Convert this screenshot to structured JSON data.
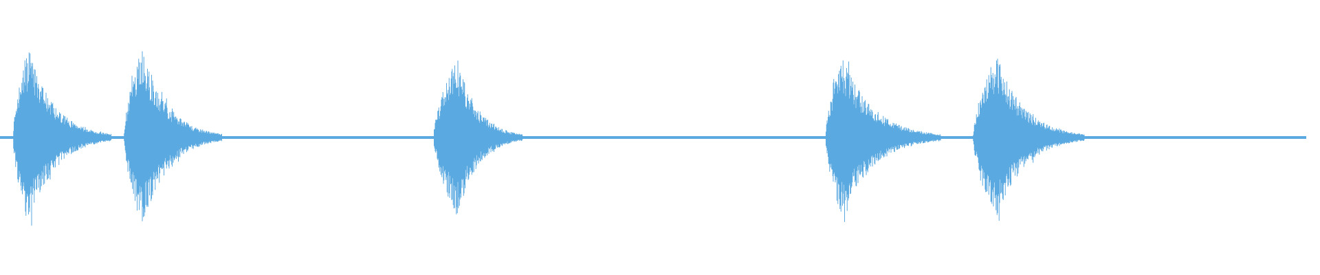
{
  "waveform": {
    "color": "#5aa9e0",
    "background": "#ffffff",
    "bursts": [
      {
        "name": "burst-1",
        "start": 0.01,
        "end": 0.085,
        "peak": 0.022,
        "amplitude": 0.98
      },
      {
        "name": "burst-2",
        "start": 0.095,
        "end": 0.17,
        "peak": 0.109,
        "amplitude": 1.0
      },
      {
        "name": "burst-3",
        "start": 0.332,
        "end": 0.4,
        "peak": 0.35,
        "amplitude": 0.88
      },
      {
        "name": "burst-4",
        "start": 0.632,
        "end": 0.72,
        "peak": 0.645,
        "amplitude": 0.9
      },
      {
        "name": "burst-5",
        "start": 0.745,
        "end": 0.83,
        "peak": 0.763,
        "amplitude": 0.92
      }
    ]
  }
}
